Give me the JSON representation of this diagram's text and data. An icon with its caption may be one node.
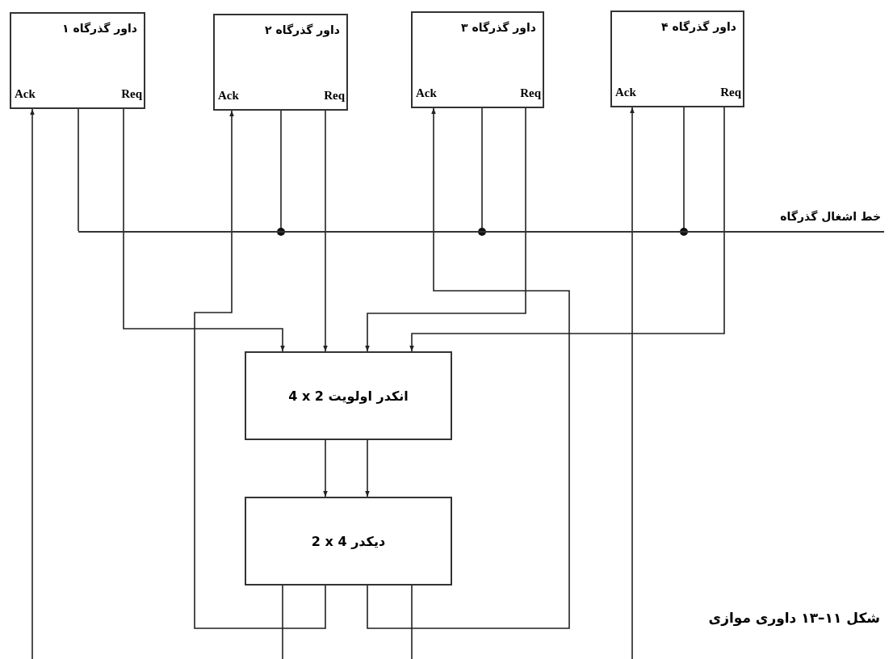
{
  "diagram": {
    "caption": "شکل ۱۱–۱۳ داوری موازی",
    "nodes": [
      {
        "text": [
          "داور گذرگاه ۱",
          "Req",
          "Ack"
        ]
      },
      {
        "text": [
          "داور گذرگاه ۲",
          "Req",
          "Ack"
        ]
      },
      {
        "text": [
          "داور گذرگاه ۳",
          "Req",
          "Ack"
        ]
      },
      {
        "text": [
          "داور گذرگاه ۴",
          "Req",
          "Ack"
        ]
      },
      {
        "text": [
          "4 x 2 انکدر اولویت"
        ]
      },
      {
        "text": [
          "2 x 4 دیکدر"
        ]
      },
      {
        "text": [],
        "shape": "bar",
        "beside": [
          "خط اشغال گذرگاه"
        ]
      }
    ],
    "edges": [
      {
        "from": 0,
        "to": 6,
        "arrow": "none"
      },
      {
        "from": 1,
        "to": 6,
        "arrow": "none"
      },
      {
        "from": 2,
        "to": 6,
        "arrow": "none"
      },
      {
        "from": 3,
        "to": 6,
        "arrow": "none"
      },
      {
        "from": 0,
        "to": 4,
        "arrow": "to"
      },
      {
        "from": 1,
        "to": 4,
        "arrow": "to"
      },
      {
        "from": 2,
        "to": 4,
        "arrow": "to"
      },
      {
        "from": 3,
        "to": 4,
        "arrow": "to"
      },
      {
        "from": 4,
        "to": 5,
        "arrow": "to"
      },
      {
        "from": 4,
        "to": 5,
        "arrow": "to"
      },
      {
        "from": 5,
        "to": null,
        "arrow": "none"
      },
      {
        "from": 5,
        "to": 1,
        "arrow": "to"
      },
      {
        "from": 5,
        "to": 2,
        "arrow": "to"
      },
      {
        "from": 5,
        "to": null,
        "arrow": "none"
      },
      {
        "from": null,
        "to": 0,
        "arrow": "to"
      },
      {
        "from": null,
        "to": 3,
        "arrow": "to"
      }
    ]
  }
}
